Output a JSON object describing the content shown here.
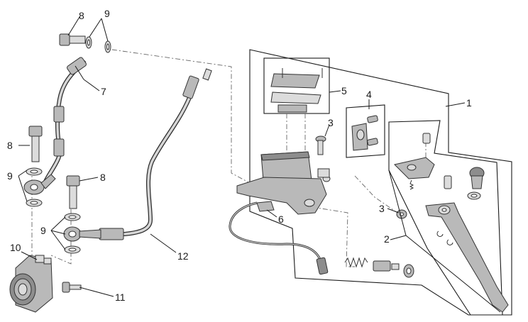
{
  "callouts": [
    "1",
    "2",
    "3",
    "3",
    "4",
    "5",
    "6",
    "7",
    "8",
    "8",
    "8",
    "9",
    "9",
    "9",
    "10",
    "11",
    "12"
  ],
  "colors": {
    "line": "#1a1a1a",
    "part_fill": "#b9b9b9",
    "part_dark": "#8d8d8d",
    "part_light": "#dcdcdc",
    "background": "#ffffff"
  }
}
